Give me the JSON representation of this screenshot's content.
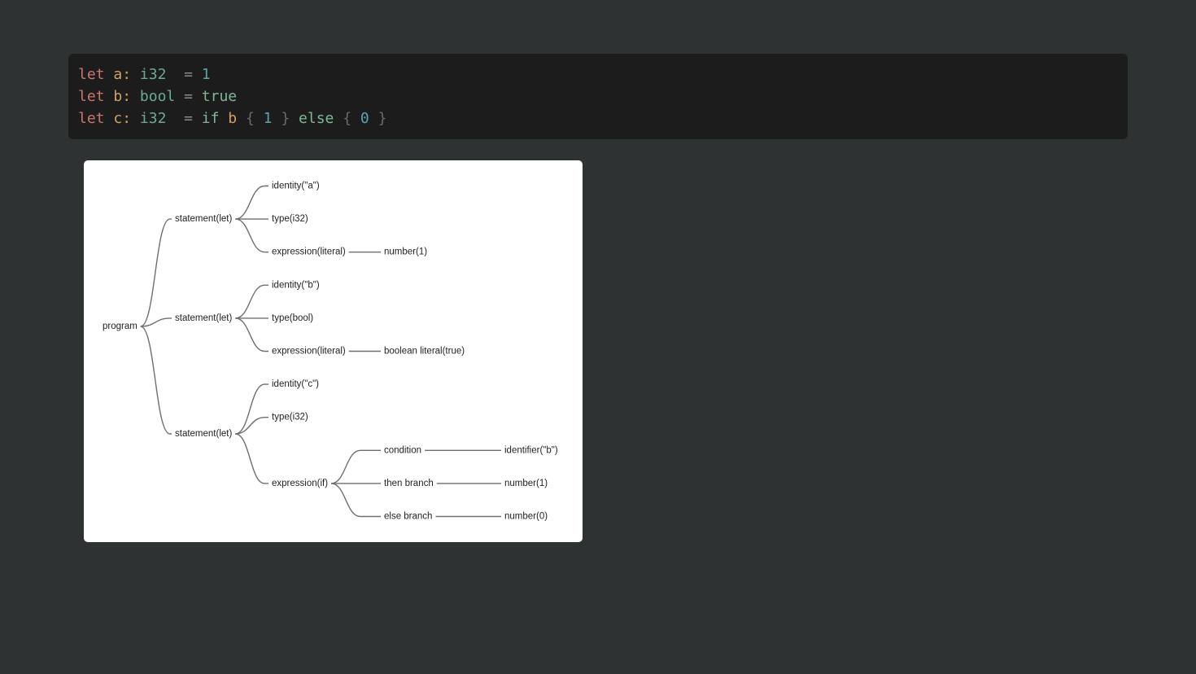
{
  "code": {
    "lines": [
      [
        {
          "t": "let ",
          "c": "kw"
        },
        {
          "t": "a:",
          "c": "var"
        },
        {
          "t": " ",
          "c": "op"
        },
        {
          "t": "i32",
          "c": "type"
        },
        {
          "t": "  = ",
          "c": "op"
        },
        {
          "t": "1",
          "c": "num"
        }
      ],
      [
        {
          "t": "let ",
          "c": "kw"
        },
        {
          "t": "b:",
          "c": "var"
        },
        {
          "t": " ",
          "c": "op"
        },
        {
          "t": "bool",
          "c": "type"
        },
        {
          "t": " = ",
          "c": "op"
        },
        {
          "t": "true",
          "c": "bool"
        }
      ],
      [
        {
          "t": "let ",
          "c": "kw"
        },
        {
          "t": "c:",
          "c": "var"
        },
        {
          "t": " ",
          "c": "op"
        },
        {
          "t": "i32",
          "c": "type"
        },
        {
          "t": "  = ",
          "c": "op"
        },
        {
          "t": "if",
          "c": "ctl"
        },
        {
          "t": " ",
          "c": "op"
        },
        {
          "t": "b",
          "c": "var"
        },
        {
          "t": " { ",
          "c": "punc"
        },
        {
          "t": "1",
          "c": "num"
        },
        {
          "t": " } ",
          "c": "punc"
        },
        {
          "t": "else",
          "c": "ctl"
        },
        {
          "t": " { ",
          "c": "punc"
        },
        {
          "t": "0",
          "c": "num"
        },
        {
          "t": " }",
          "c": "punc"
        }
      ]
    ]
  },
  "tree": {
    "label": "program",
    "children": [
      {
        "label": "statement(let)",
        "children": [
          {
            "label": "identity(\"a\")"
          },
          {
            "label": "type(i32)"
          },
          {
            "label": "expression(literal)",
            "children": [
              {
                "label": "number(1)"
              }
            ]
          }
        ]
      },
      {
        "label": "statement(let)",
        "children": [
          {
            "label": "identity(\"b\")"
          },
          {
            "label": "type(bool)"
          },
          {
            "label": "expression(literal)",
            "children": [
              {
                "label": "boolean literal(true)"
              }
            ]
          }
        ]
      },
      {
        "label": "statement(let)",
        "children": [
          {
            "label": "identity(\"c\")"
          },
          {
            "label": "type(i32)"
          },
          {
            "label": "expression(if)",
            "children": [
              {
                "label": "condition",
                "children": [
                  {
                    "label": "identifier(\"b\")"
                  }
                ]
              },
              {
                "label": "then branch",
                "children": [
                  {
                    "label": "number(1)"
                  }
                ]
              },
              {
                "label": "else branch",
                "children": [
                  {
                    "label": "number(0)"
                  }
                ]
              }
            ]
          }
        ]
      }
    ]
  }
}
